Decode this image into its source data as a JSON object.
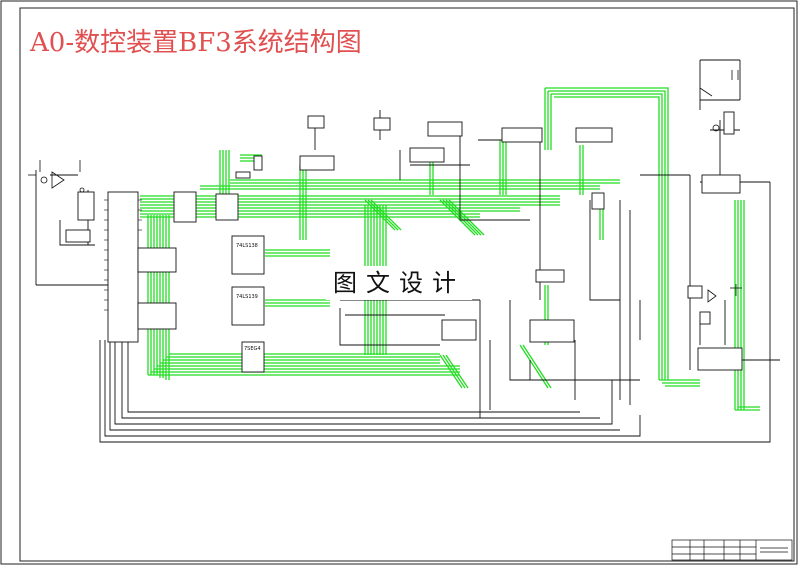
{
  "drawing": {
    "title": "A0-数控装置BF3系统结构图",
    "watermark": "图文设计"
  },
  "chips": {
    "decoder_a": "74LS138",
    "decoder_b": "74LS139",
    "display": "7SEG4"
  },
  "colors": {
    "bus": "#22dd22",
    "wire": "#111111",
    "title": "#e05050",
    "background": "#ffffff"
  }
}
